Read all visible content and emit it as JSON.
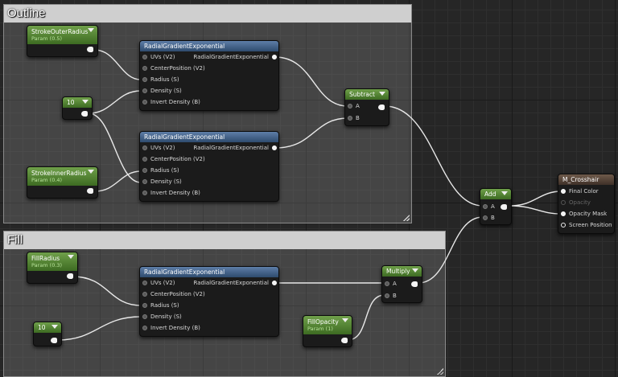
{
  "comments": {
    "outline": "Outline",
    "fill": "Fill"
  },
  "params": {
    "stroke_outer": {
      "name": "StrokeOuterRadius",
      "sub": "Param (0.5)"
    },
    "stroke_inner": {
      "name": "StrokeInnerRadius",
      "sub": "Param (0.4)"
    },
    "fill_radius": {
      "name": "FillRadius",
      "sub": "Param (0.3)"
    },
    "fill_opacity": {
      "name": "FillOpacity",
      "sub": "Param (1)"
    }
  },
  "constants": {
    "outline_density": "10",
    "fill_density": "10"
  },
  "radial": {
    "title": "RadialGradientExponential",
    "output": "RadialGradientExponential",
    "pins": [
      "UVs (V2)",
      "CenterPosition (V2)",
      "Radius (S)",
      "Density (S)",
      "Invert Density (B)"
    ]
  },
  "subtract": {
    "title": "Subtract",
    "a": "A",
    "b": "B"
  },
  "add": {
    "title": "Add",
    "a": "A",
    "b": "B"
  },
  "multiply": {
    "title": "Multiply",
    "a": "A",
    "b": "B"
  },
  "material": {
    "title": "M_Crosshair",
    "pins": [
      "Final Color",
      "Opacity",
      "Opacity Mask",
      "Screen Position"
    ]
  }
}
